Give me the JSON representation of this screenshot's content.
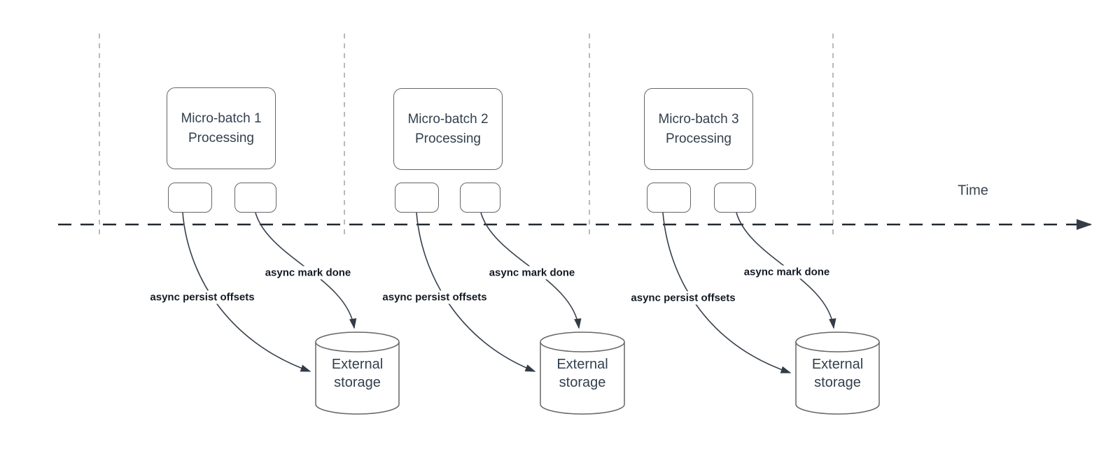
{
  "timeline": {
    "label": "Time"
  },
  "groups": [
    {
      "process_title_line1": "Micro-batch 1",
      "process_title_line2": "Processing",
      "persist_arrow_label": "async persist offsets",
      "done_arrow_label": "async mark done",
      "storage_label_line1": "External",
      "storage_label_line2": "storage"
    },
    {
      "process_title_line1": "Micro-batch 2",
      "process_title_line2": "Processing",
      "persist_arrow_label": "async persist offsets",
      "done_arrow_label": "async mark done",
      "storage_label_line1": "External",
      "storage_label_line2": "storage"
    },
    {
      "process_title_line1": "Micro-batch 3",
      "process_title_line2": "Processing",
      "persist_arrow_label": "async persist offsets",
      "done_arrow_label": "async mark done",
      "storage_label_line1": "External",
      "storage_label_line2": "storage"
    }
  ],
  "colors": {
    "background": "#ffffff",
    "shape_border": "#666666",
    "arrow_line": "#39424e",
    "axis_line": "#22282f",
    "gridline": "#a9a9a9",
    "shape_text": "#33404e",
    "arrow_label_text": "#131a24",
    "time_text": "#3a4450"
  }
}
